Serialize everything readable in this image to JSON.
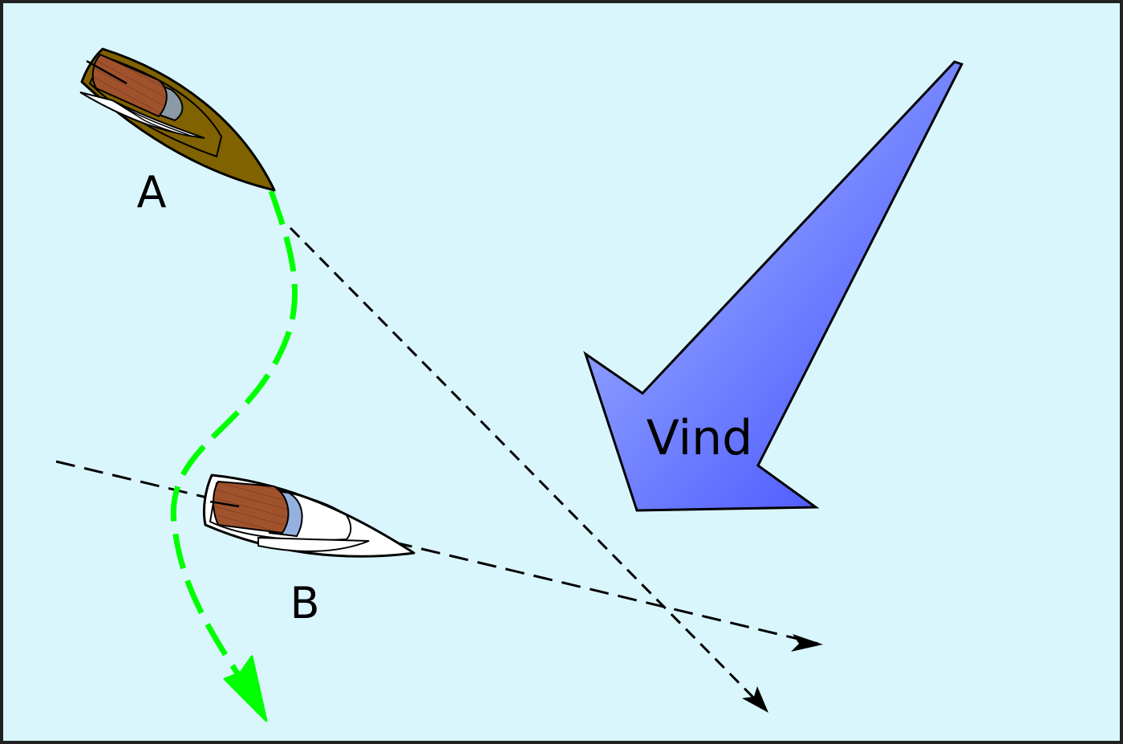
{
  "labels": {
    "boat_a": "A",
    "boat_b": "B",
    "wind": "Vind"
  },
  "colors": {
    "water": "#daf6fd",
    "frame": "#222222",
    "boat_a_hull": "#806200",
    "boat_b_hull": "#ffffff",
    "deck_wood": "#a0522d",
    "cockpit_a": "#8a9aa6",
    "cockpit_b": "#94b0de",
    "sail": "#ffffff",
    "green_path": "#00ff00",
    "course_line": "#000000",
    "wind_light": "#b0c4ff",
    "wind_dark": "#3a46ff"
  },
  "icons": {
    "boat_a": "sailboat-icon",
    "boat_b": "sailboat-icon",
    "wind": "arrow-icon"
  }
}
